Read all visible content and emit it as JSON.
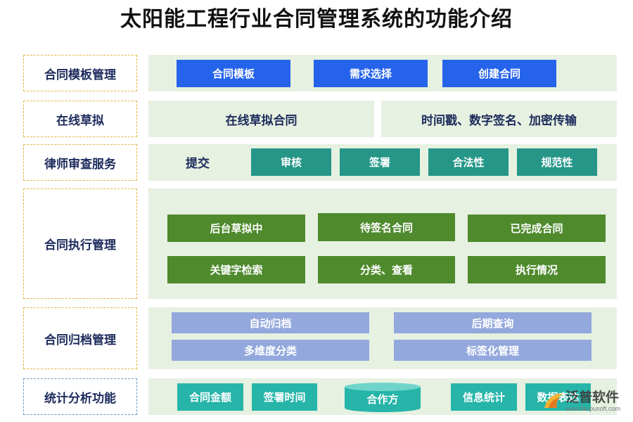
{
  "title": "太阳能工程行业合同管理系统的功能介绍",
  "rows": [
    {
      "label": "合同模板管理",
      "items": [
        "合同模板",
        "需求选择",
        "创建合同"
      ]
    },
    {
      "label": "在线草拟",
      "items": [
        "在线草拟合同",
        "时间戳、数字签名、加密传输"
      ]
    },
    {
      "label": "律师审查服务",
      "lead": "提交",
      "items": [
        "审核",
        "签署",
        "合法性",
        "规范性"
      ]
    },
    {
      "label": "合同执行管理",
      "items": [
        "后台草拟中",
        "待签名合同",
        "已完成合同",
        "关键字检索",
        "分类、查看",
        "执行情况"
      ]
    },
    {
      "label": "合同归档管理",
      "items": [
        "自动归档",
        "后期查询",
        "多维度分类",
        "标签化管理"
      ]
    },
    {
      "label": "统计分析功能",
      "items": [
        "合同金额",
        "签署时间",
        "合作方",
        "信息统计",
        "数据表达"
      ]
    }
  ],
  "watermark": {
    "brand": "泛普软件",
    "url": "www.fanpusoft.com"
  },
  "colors": {
    "blue": "#2563eb",
    "teal": "#259688",
    "green": "#4f8a2d",
    "lavender": "#93a8dc",
    "cyan": "#26b5a8",
    "panel": "#e6f1e1"
  }
}
